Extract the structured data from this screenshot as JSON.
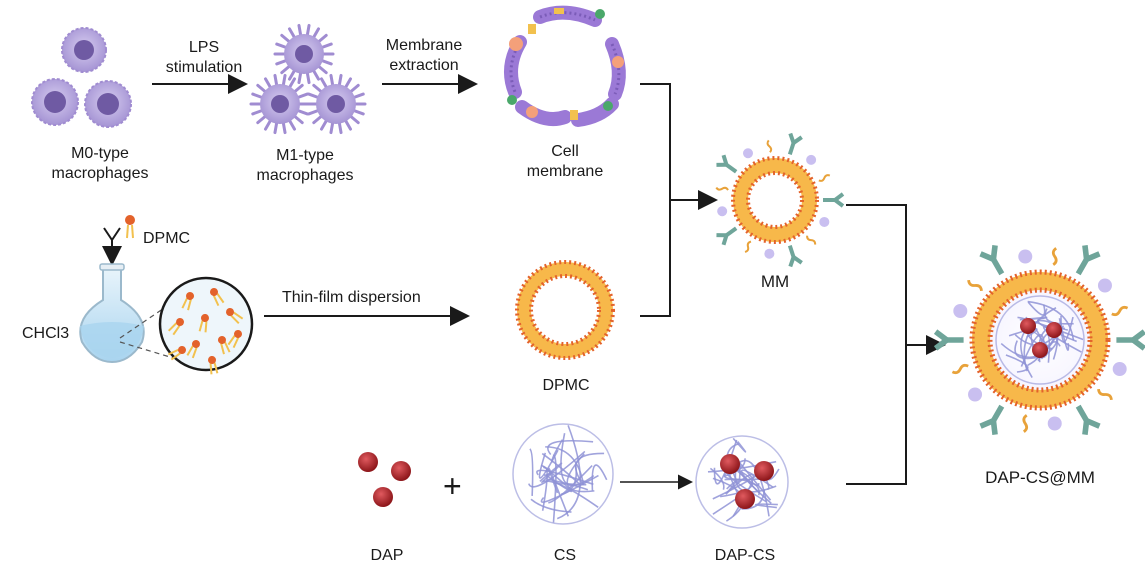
{
  "labels": {
    "m0_line1": "M0-type",
    "m0_line2": "macrophages",
    "m1_line1": "M1-type",
    "m1_line2": "macrophages",
    "lps_line1": "LPS",
    "lps_line2": "stimulation",
    "membrane_line1": "Membrane",
    "membrane_line2": "extraction",
    "cell_line1": "Cell",
    "cell_line2": "membrane",
    "dpmc_reagent": "DPMC",
    "chcl3": "CHCl3",
    "thin_film": "Thin-film dispersion",
    "dpmc": "DPMC",
    "mm": "MM",
    "dap": "DAP",
    "plus": "+",
    "cs": "CS",
    "dap_cs": "DAP-CS",
    "final": "DAP-CS@MM"
  },
  "colors": {
    "macrophage_m0": "#b9a8dc",
    "macrophage_nucleus": "#6f5aa3",
    "lipid_head": "#e3622b",
    "lipid_tail": "#f2c14e",
    "membrane_protein": "#9b79d6",
    "antibody": "#6fa59a",
    "vesicle_dot": "#c9bff0",
    "polymer": "#8f93d6",
    "dap_particle": "#b3232b",
    "flask_liquid": "#bfe0f5",
    "arrow": "#1a1a1a"
  }
}
